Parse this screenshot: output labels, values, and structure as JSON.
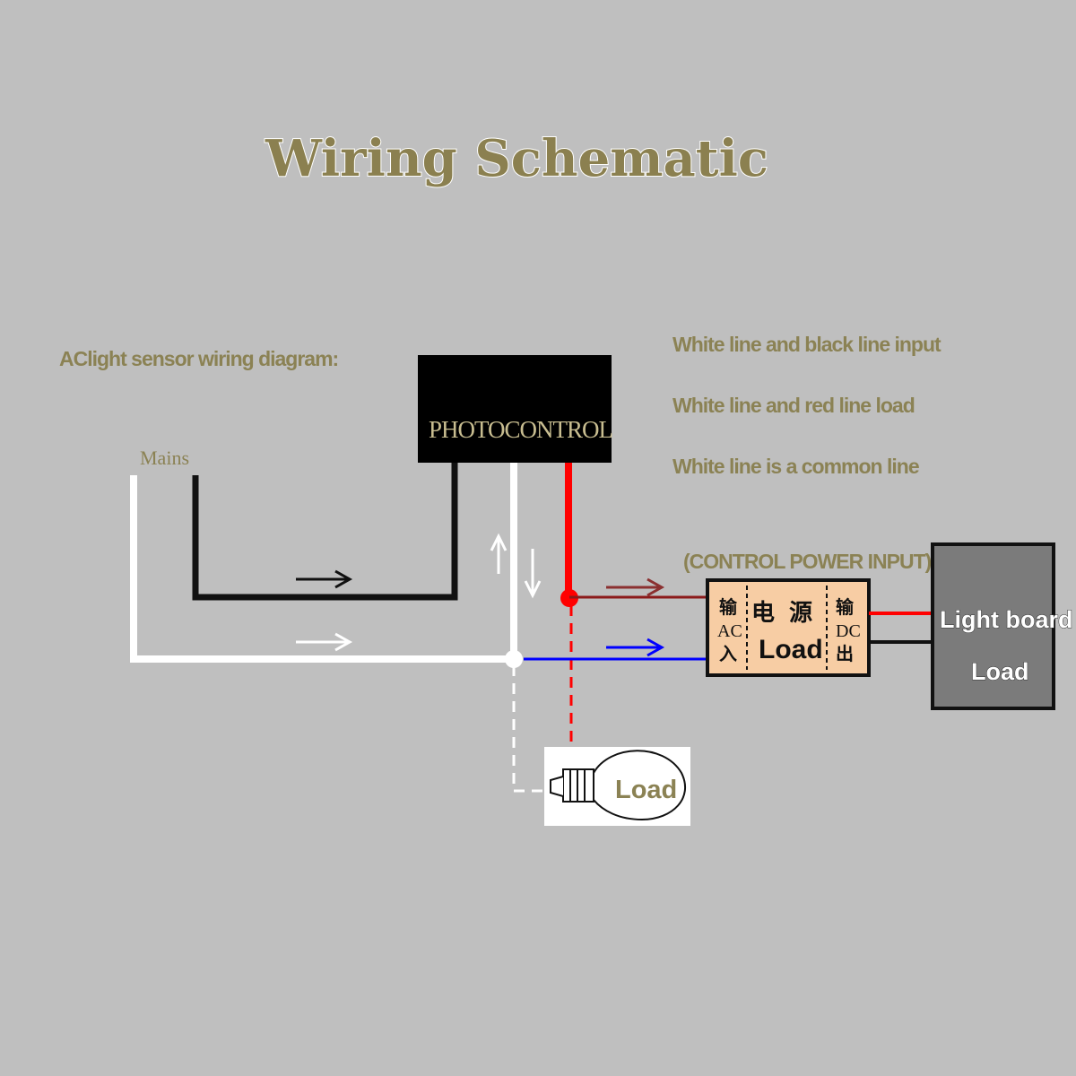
{
  "title": "Wiring Schematic",
  "subtitle": "AClight sensor wiring diagram:",
  "mains_label": "Mains",
  "photocontrol_label": "PHOTOCONTROL",
  "notes": [
    "White line and black line input",
    "White line and red line load",
    "White line is a common line"
  ],
  "control_power_label": "(CONTROL POWER INPUT)",
  "power_supply": {
    "input_cn_top": "输",
    "input_latin": "AC",
    "input_cn_bottom": "入",
    "center_cn_left": "电",
    "center_cn_right": "源",
    "center_label": "Load",
    "output_cn_top": "输",
    "output_latin": "DC",
    "output_cn_bottom": "出"
  },
  "light_board": {
    "label": "Light board",
    "sublabel": "Load"
  },
  "bulb_label": "Load",
  "colors": {
    "background": "#bfbfbf",
    "text_gold": "#8b8254",
    "wire_black": "#111111",
    "wire_white": "#ffffff",
    "wire_red": "#ff0000",
    "wire_blue": "#0000ff",
    "wire_dark_red": "#8b1a1a",
    "psu_fill": "#f7cda4",
    "light_board_fill": "#7b7b7b"
  }
}
